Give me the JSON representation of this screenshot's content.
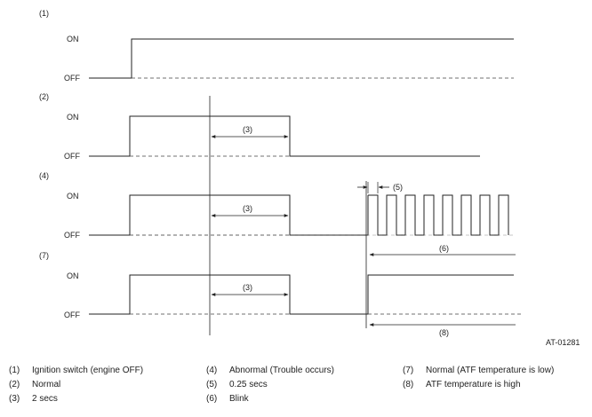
{
  "diagram": {
    "state_on": "ON",
    "state_off": "OFF",
    "section_labels": [
      "(1)",
      "(2)",
      "(4)",
      "(7)"
    ],
    "callouts": [
      "(3)",
      "(3)",
      "(3)",
      "(5)",
      "(6)",
      "(8)"
    ],
    "figure_code": "AT-01281"
  },
  "legend": {
    "col1": [
      {
        "num": "(1)",
        "text": "Ignition switch (engine OFF)"
      },
      {
        "num": "(2)",
        "text": "Normal"
      },
      {
        "num": "(3)",
        "text": "2 secs"
      }
    ],
    "col2": [
      {
        "num": "(4)",
        "text": "Abnormal (Trouble occurs)"
      },
      {
        "num": "(5)",
        "text": "0.25 secs"
      },
      {
        "num": "(6)",
        "text": "Blink"
      }
    ],
    "col3": [
      {
        "num": "(7)",
        "text": "Normal (ATF temperature is low)"
      },
      {
        "num": "(8)",
        "text": "ATF temperature is high"
      }
    ]
  }
}
